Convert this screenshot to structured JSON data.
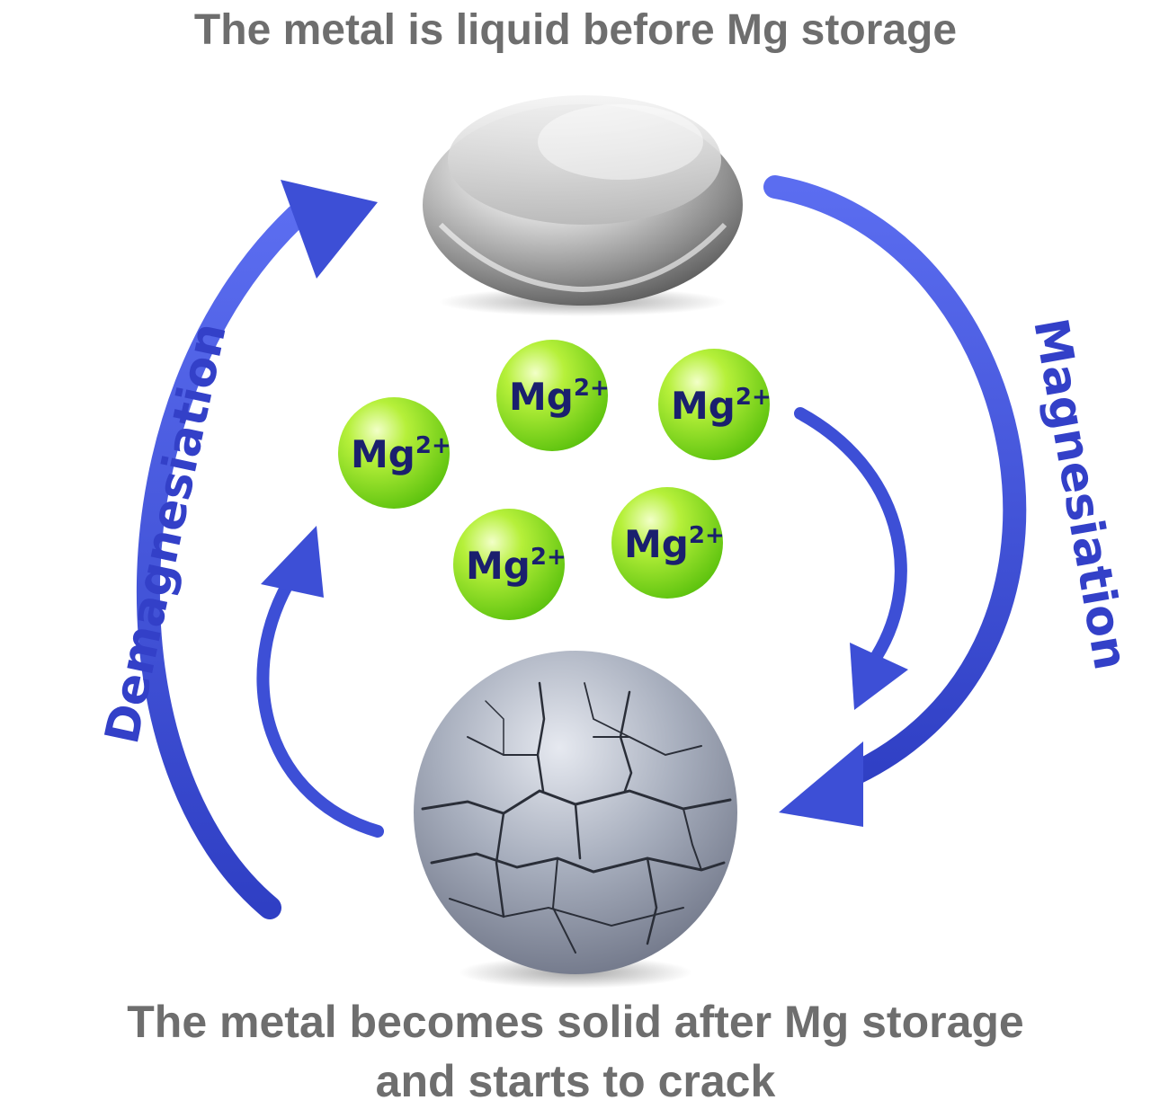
{
  "captions": {
    "top": "The metal is liquid before Mg storage",
    "bottom_line1": "The metal becomes solid after Mg storage",
    "bottom_line2": "and starts to crack"
  },
  "process_labels": {
    "left": "Demagnesiation",
    "right": "Magnesiation"
  },
  "ions": [
    {
      "symbol": "Mg",
      "charge": "2+"
    },
    {
      "symbol": "Mg",
      "charge": "2+"
    },
    {
      "symbol": "Mg",
      "charge": "2+"
    },
    {
      "symbol": "Mg",
      "charge": "2+"
    },
    {
      "symbol": "Mg",
      "charge": "2+"
    }
  ],
  "colors": {
    "caption": "#6e6e6e",
    "arrow": "#3d4fd6",
    "ion_fill": "#8ee01a",
    "ion_text": "#1a1f6e"
  }
}
